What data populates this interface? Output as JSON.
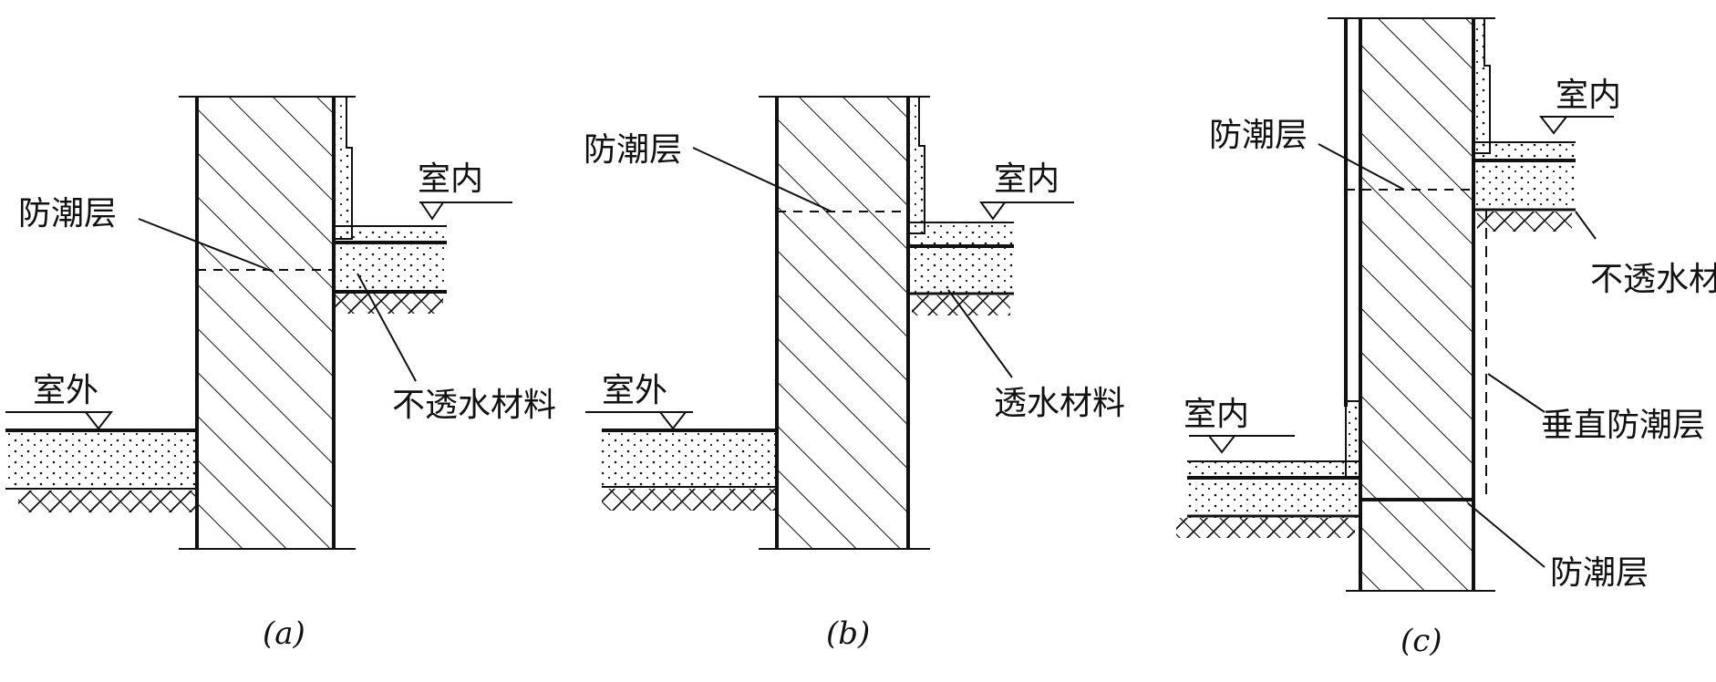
{
  "figure_a": {
    "caption": "(a)",
    "labels": {
      "dpc": "防潮层",
      "indoor": "室内",
      "outdoor": "室外",
      "impermeable": "不透水材料"
    }
  },
  "figure_b": {
    "caption": "(b)",
    "labels": {
      "dpc": "防潮层",
      "indoor": "室内",
      "outdoor": "室外",
      "permeable": "透水材料"
    }
  },
  "figure_c": {
    "caption": "(c)",
    "labels": {
      "dpc_upper": "防潮层",
      "indoor_upper": "室内",
      "impermeable_cut": "不透水材",
      "vertical_dpc": "垂直防潮层",
      "indoor_lower": "室内",
      "dpc_lower": "防潮层"
    }
  }
}
